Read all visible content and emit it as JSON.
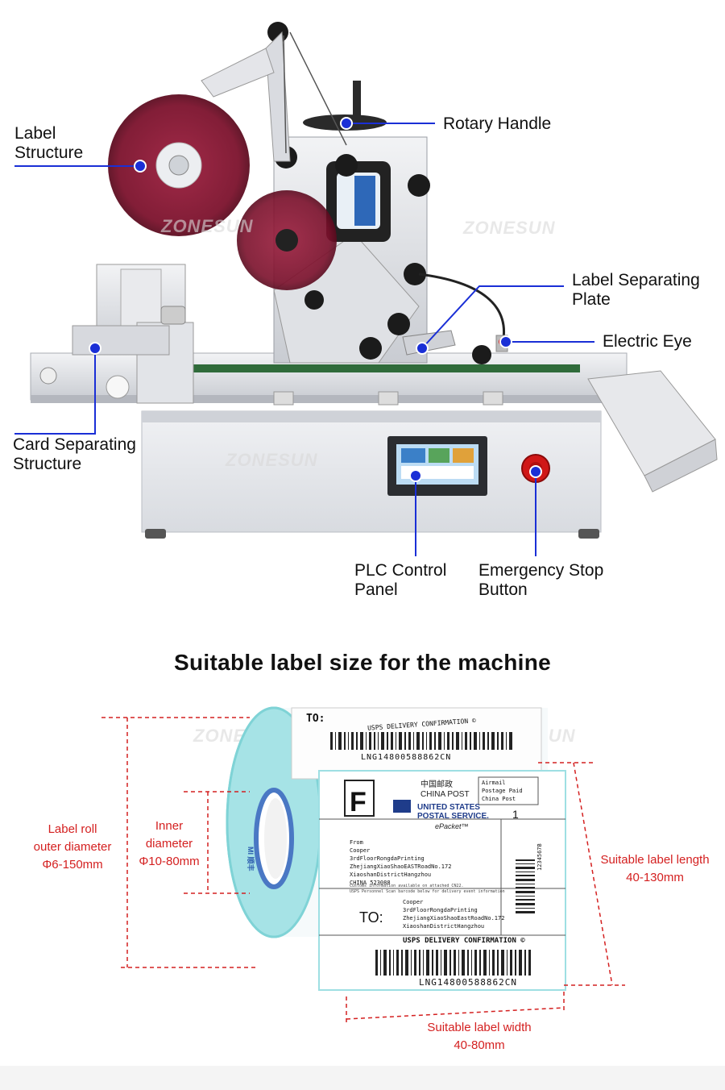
{
  "callouts": {
    "label_structure": "Label\nStructure",
    "rotary_handle": "Rotary Handle",
    "label_separating_plate": "Label Separating\nPlate",
    "electric_eye": "Electric Eye",
    "card_separating_structure": "Card Separating\nStructure",
    "plc_control_panel": "PLC Control\nPanel",
    "emergency_stop_button": "Emergency Stop\nButton"
  },
  "watermark": "ZONESUN",
  "section_title": "Suitable label size for the machine",
  "dimensions": {
    "outer_diameter": "Label roll\nouter diameter\nΦ6-150mm",
    "inner_diameter": "Inner\ndiameter\nΦ10-80mm",
    "label_length": "Suitable label length\n40-130mm",
    "label_width": "Suitable label width\n40-80mm"
  },
  "label_print": {
    "to": "TO:",
    "usps_top": "USPS DELIVERY CONFIRMATION ©",
    "tracking_top": "LNG14800588862CN",
    "f_mark": "F",
    "china_post": "中国邮政\nCHINA POST",
    "usps_service": "UNITED STATES\nPOSTAL SERVICE.",
    "epacket": "ePacket™",
    "airmail": "Airmail\nPostage Paid\nChina Post",
    "one": "1",
    "from_block": "From\nCooper\n3rdFloorRongdaPrinting\nZhejiangXiaoShaoEASTRoadNo.172\nXiaoshanDistrictHangzhou\nCHINA 523088",
    "customs": "Customs information available on attached CN22.\nUSPS Personnel Scan barcode below for delivery event information",
    "to_block": "Cooper\n3rdFloorRongdaPrinting\nZhejiangXiaoShaoEastRoadNo.172\nXiaoshanDistrictHangzhou",
    "usps_bottom": "USPS DELIVERY CONFIRMATION ©",
    "tracking_bottom": "LNG14800588862CN",
    "side_code": "1234567B",
    "core_brand": "MI 顺丰"
  },
  "colors": {
    "callout_line": "#1a2fd6",
    "dimension": "#d42020",
    "label_roll_edge": "#7fd3d6",
    "machine_body": "#e4e6ea",
    "reel": "#7a0f2a"
  }
}
